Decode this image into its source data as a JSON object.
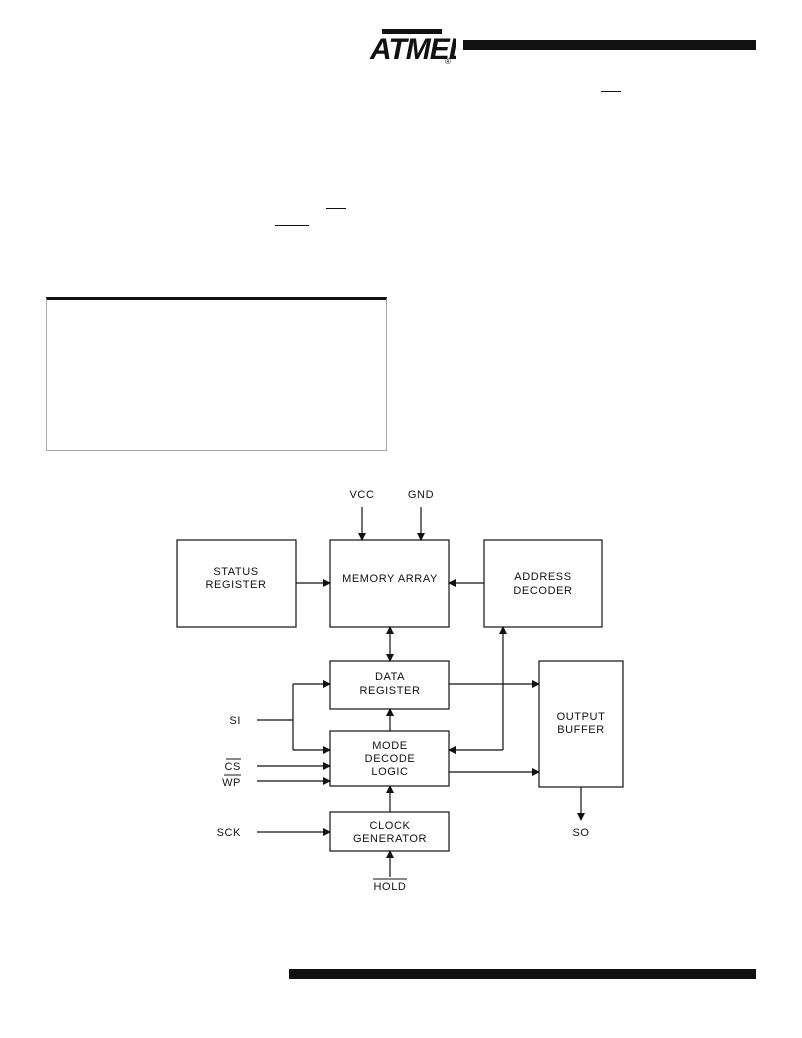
{
  "header": {
    "logo_text": "ATMEL",
    "logo_registered": "®"
  },
  "diagram": {
    "blocks": {
      "status_register": [
        "STATUS",
        "REGISTER"
      ],
      "memory_array": [
        "MEMORY ARRAY"
      ],
      "address_decoder": [
        "ADDRESS",
        "DECODER"
      ],
      "data_register": [
        "DATA",
        "REGISTER"
      ],
      "output_buffer": [
        "OUTPUT",
        "BUFFER"
      ],
      "mode_decode_logic": [
        "MODE",
        "DECODE",
        "LOGIC"
      ],
      "clock_generator": [
        "CLOCK",
        "GENERATOR"
      ]
    },
    "signals": {
      "vcc": "VCC",
      "gnd": "GND",
      "si": "SI",
      "cs": "CS",
      "wp": "WP",
      "sck": "SCK",
      "hold": "HOLD",
      "so": "SO"
    }
  }
}
